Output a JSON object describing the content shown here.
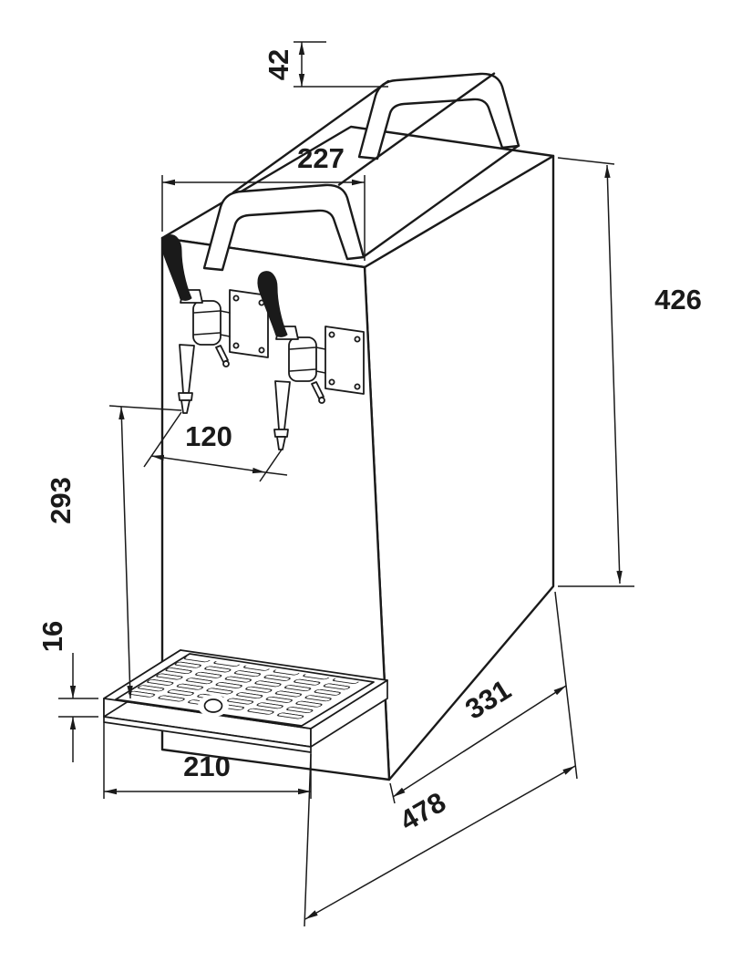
{
  "drawing": {
    "line_color": "#1a1a1a",
    "background_color": "#ffffff"
  },
  "dimensions": {
    "handle_height": "42",
    "body_width": "227",
    "body_height": "426",
    "tap_spacing": "120",
    "spout_clearance": "293",
    "tray_height": "16",
    "body_depth": "331",
    "tray_width": "210",
    "total_depth": "478"
  }
}
